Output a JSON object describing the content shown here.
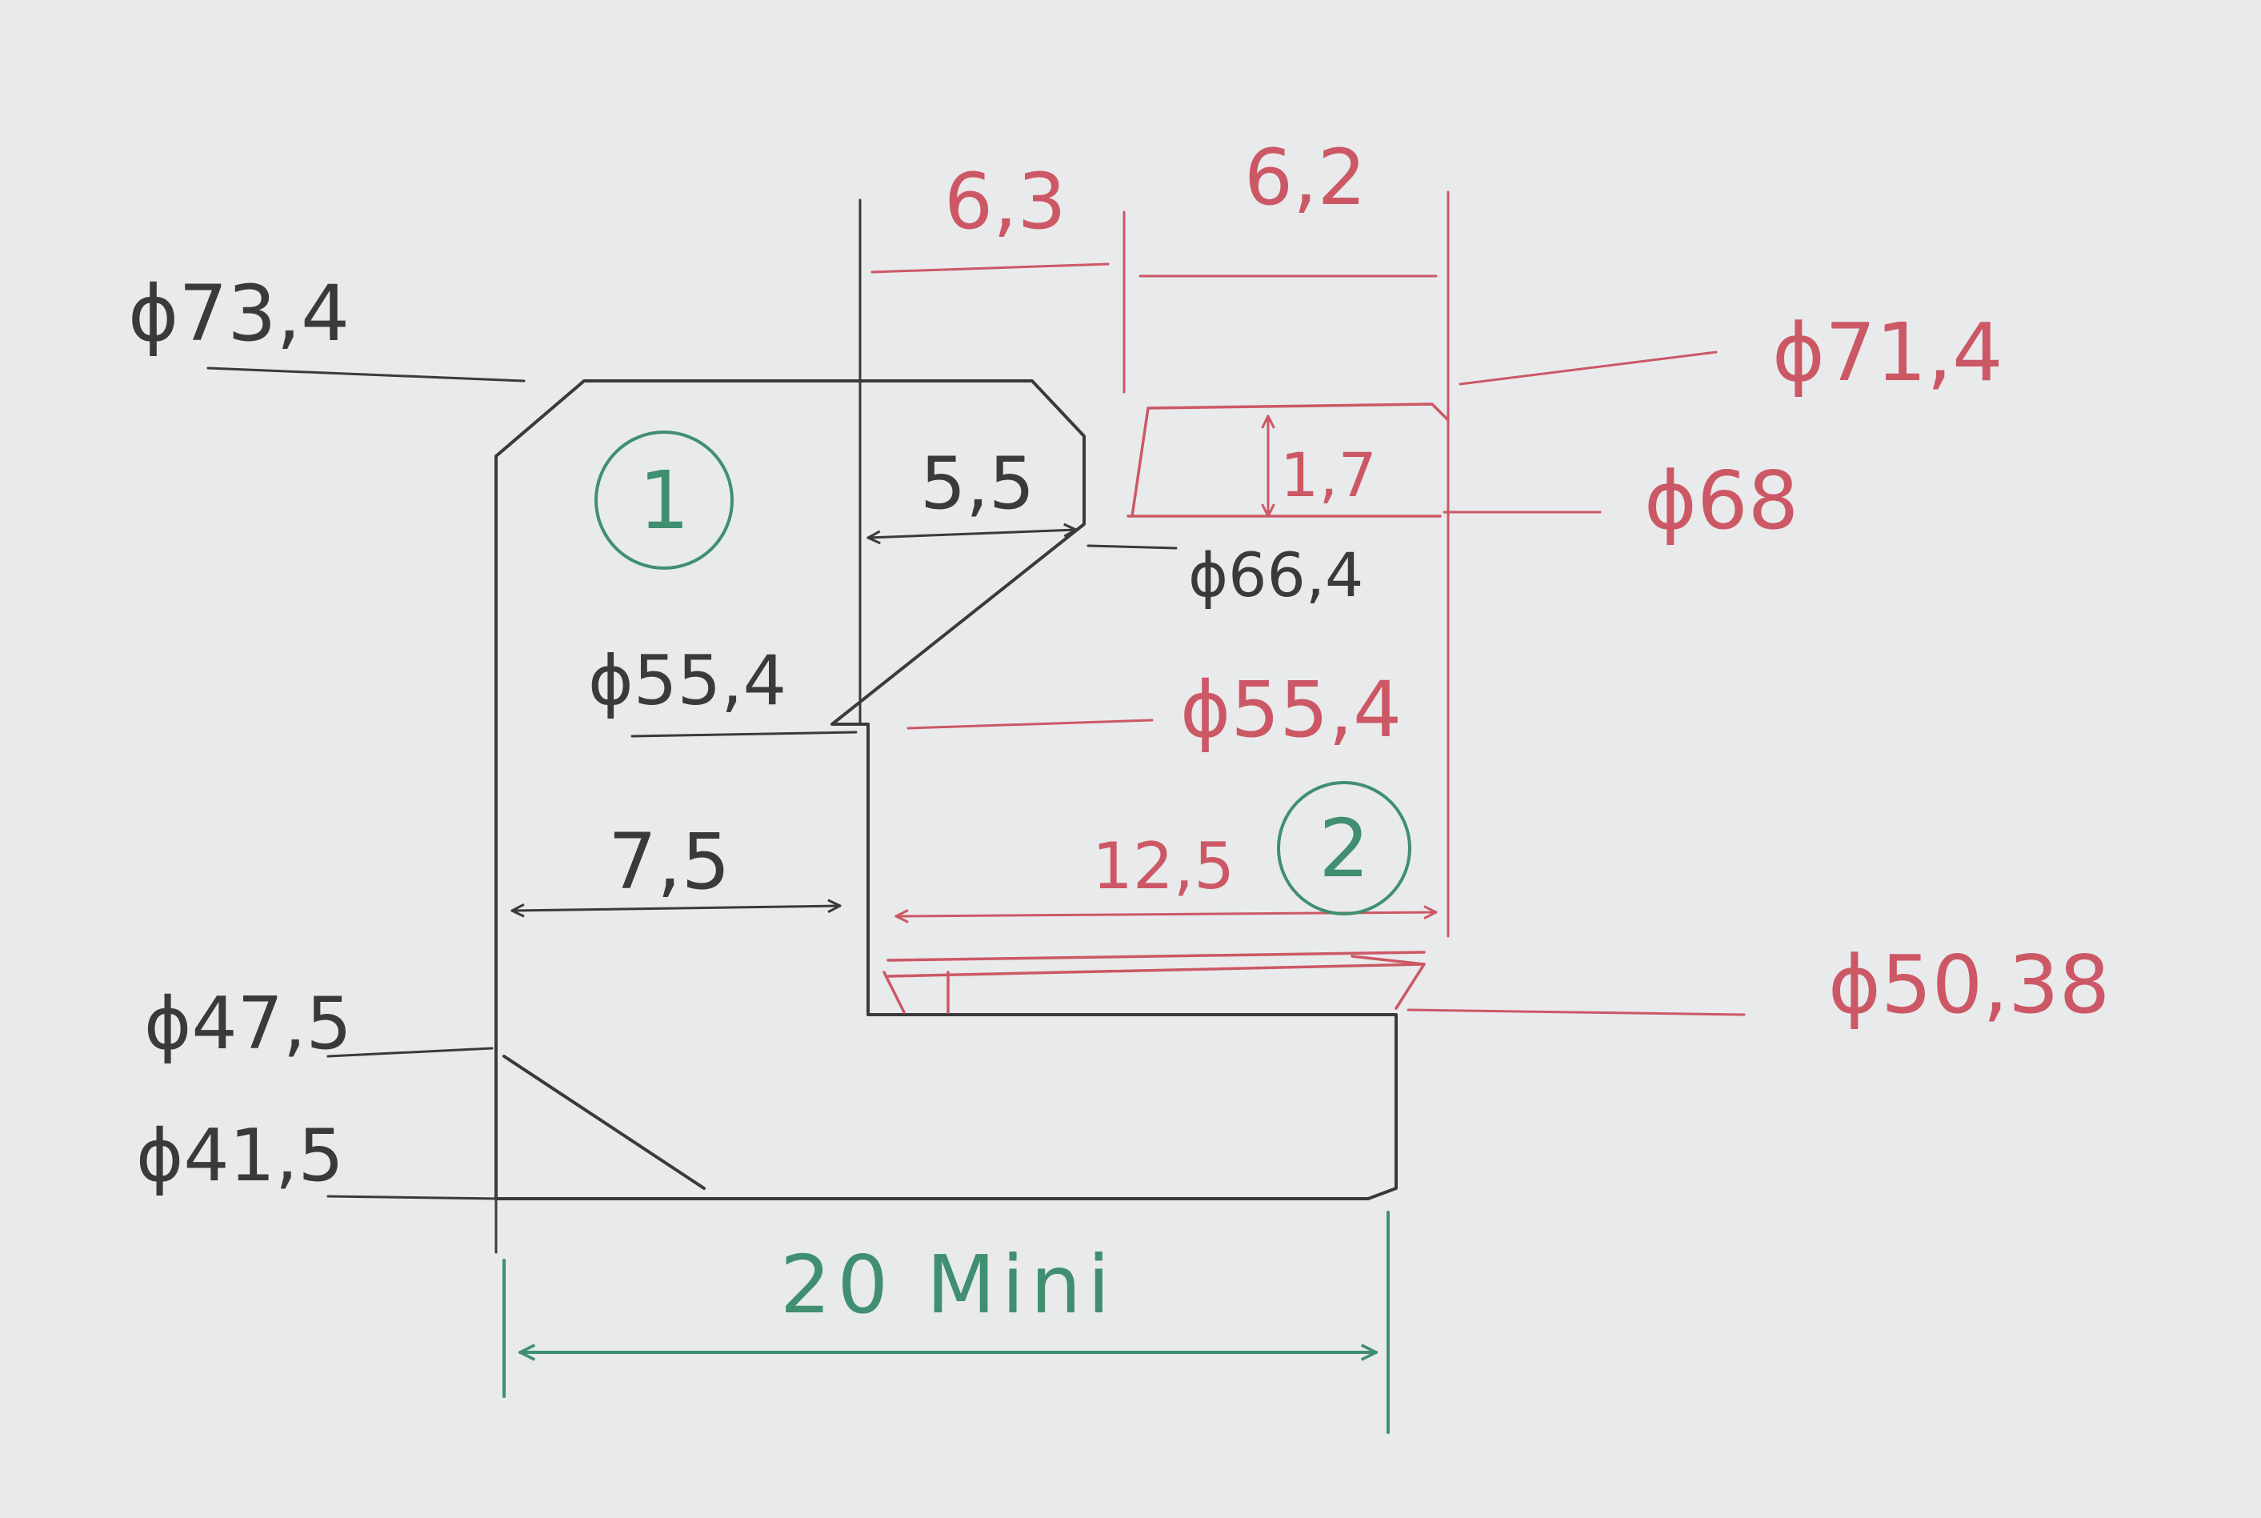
{
  "colors": {
    "paper": "#e9eaeb",
    "pencil": "#3a3a3c",
    "red": "#cc5866",
    "green": "#3f8f70"
  },
  "parts": {
    "part1": "1",
    "part2": "2"
  },
  "dimensions": {
    "dia_73_4": "ϕ73,4",
    "dia_55_4_part1": "ϕ55,4",
    "len_7_5": "7,5",
    "dia_47_5": "ϕ47,5",
    "dia_41_5": "ϕ41,5",
    "len_5_5": "5,5",
    "dia_66_4": "ϕ66,4",
    "len_6_3": "6,3",
    "len_6_2": "6,2",
    "dia_71_4": "ϕ71,4",
    "len_1_7": "1,7",
    "dia_68": "ϕ68",
    "dia_55_4_part2": "ϕ55,4",
    "len_12_5": "12,5",
    "dia_50_38": "ϕ50,38",
    "len_20_mini": "20 Mini"
  }
}
